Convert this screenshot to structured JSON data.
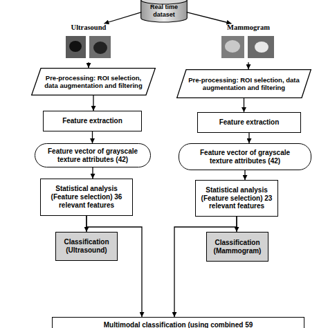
{
  "diagram": {
    "nodes": [
      {
        "text": [
          "Real time dataset"
        ]
      },
      {
        "text": [
          "Ultrasound"
        ]
      },
      {
        "text": [
          "Mammogram"
        ]
      },
      {
        "text": [
          "Pre-processing: ROI selection, data augmentation and filtering"
        ]
      },
      {
        "text": [
          "Pre-processing: ROI selection, data augmentation and filtering"
        ]
      },
      {
        "text": [
          "Feature extraction"
        ]
      },
      {
        "text": [
          "Feature extraction"
        ]
      },
      {
        "text": [
          "Feature vector of grayscale texture attributes (42)"
        ]
      },
      {
        "text": [
          "Feature vector of grayscale texture attributes (42)"
        ]
      },
      {
        "text": [
          "Statistical analysis (Feature selection) 36 relevant features"
        ]
      },
      {
        "text": [
          "Statistical analysis (Feature selection) 23 relevant features"
        ]
      },
      {
        "text": [
          "Classification (Ultrasound)"
        ]
      },
      {
        "text": [
          "Classification (Mammogram)"
        ]
      },
      {
        "text": [
          "Multimodal classification (using combined 59"
        ]
      }
    ],
    "edges": [
      {
        "from": 0,
        "to": 1,
        "arrow": "to"
      },
      {
        "from": 0,
        "to": 2,
        "arrow": "to"
      },
      {
        "from": 1,
        "to": 3,
        "arrow": "to"
      },
      {
        "from": 2,
        "to": 4,
        "arrow": "to"
      },
      {
        "from": 3,
        "to": 5,
        "arrow": "to"
      },
      {
        "from": 4,
        "to": 6,
        "arrow": "to"
      },
      {
        "from": 5,
        "to": 7,
        "arrow": "to"
      },
      {
        "from": 6,
        "to": 8,
        "arrow": "to"
      },
      {
        "from": 7,
        "to": 9,
        "arrow": "to"
      },
      {
        "from": 8,
        "to": 10,
        "arrow": "to"
      },
      {
        "from": 9,
        "to": 11,
        "arrow": "to"
      },
      {
        "from": 10,
        "to": 12,
        "arrow": "to"
      },
      {
        "from": 9,
        "to": 13,
        "arrow": "to"
      },
      {
        "from": 10,
        "to": 13,
        "arrow": "to"
      }
    ]
  }
}
